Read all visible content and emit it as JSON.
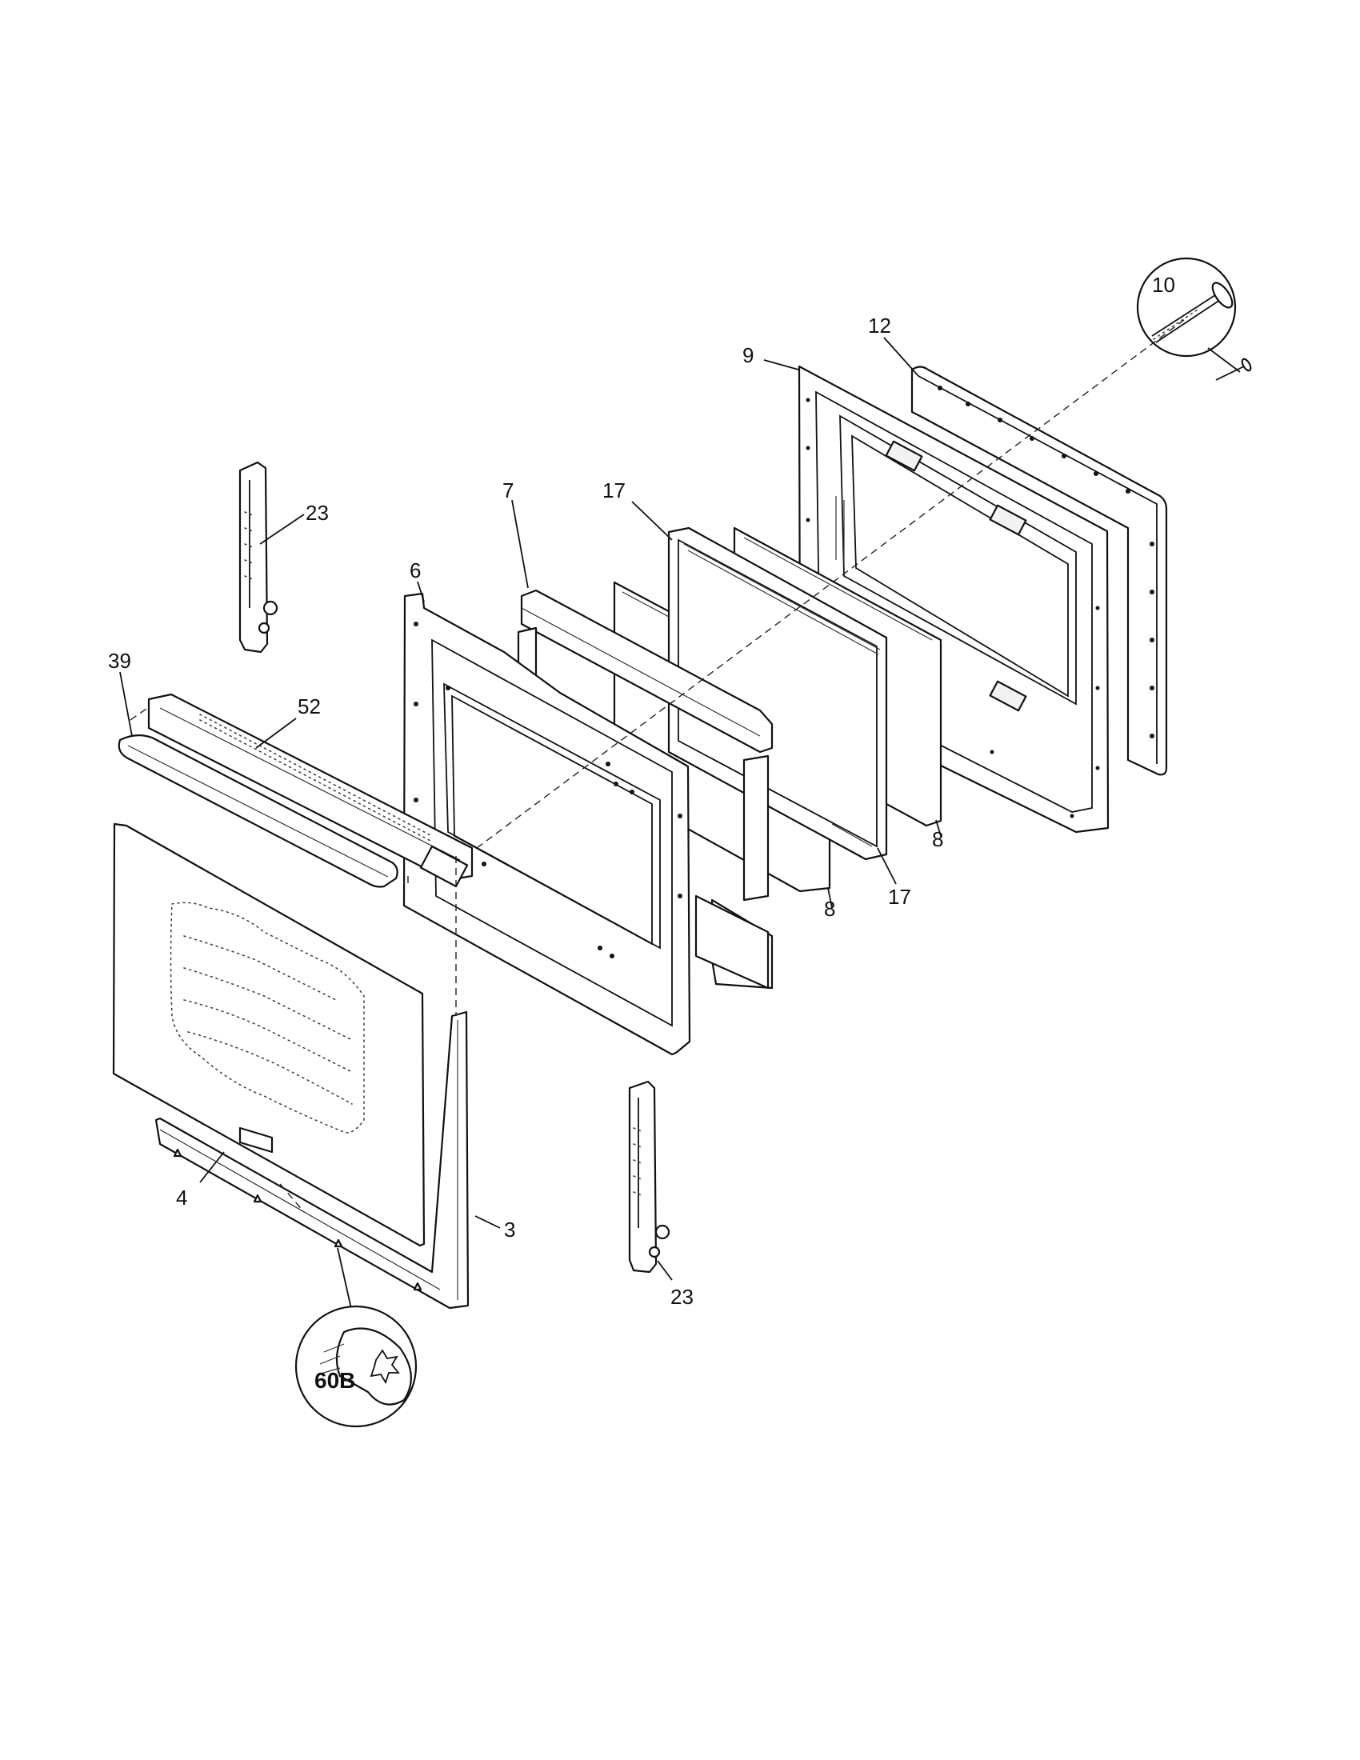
{
  "callouts": {
    "c12": "12",
    "c9": "9",
    "c10": "10",
    "c23_top": "23",
    "c17_top": "17",
    "c7": "7",
    "c6": "6",
    "c39": "39",
    "c52": "52",
    "c8_right": "8",
    "c8_mid": "8",
    "c17_bottom": "17",
    "c4": "4",
    "c3": "3",
    "c23_bottom": "23",
    "c60b": "60B"
  }
}
